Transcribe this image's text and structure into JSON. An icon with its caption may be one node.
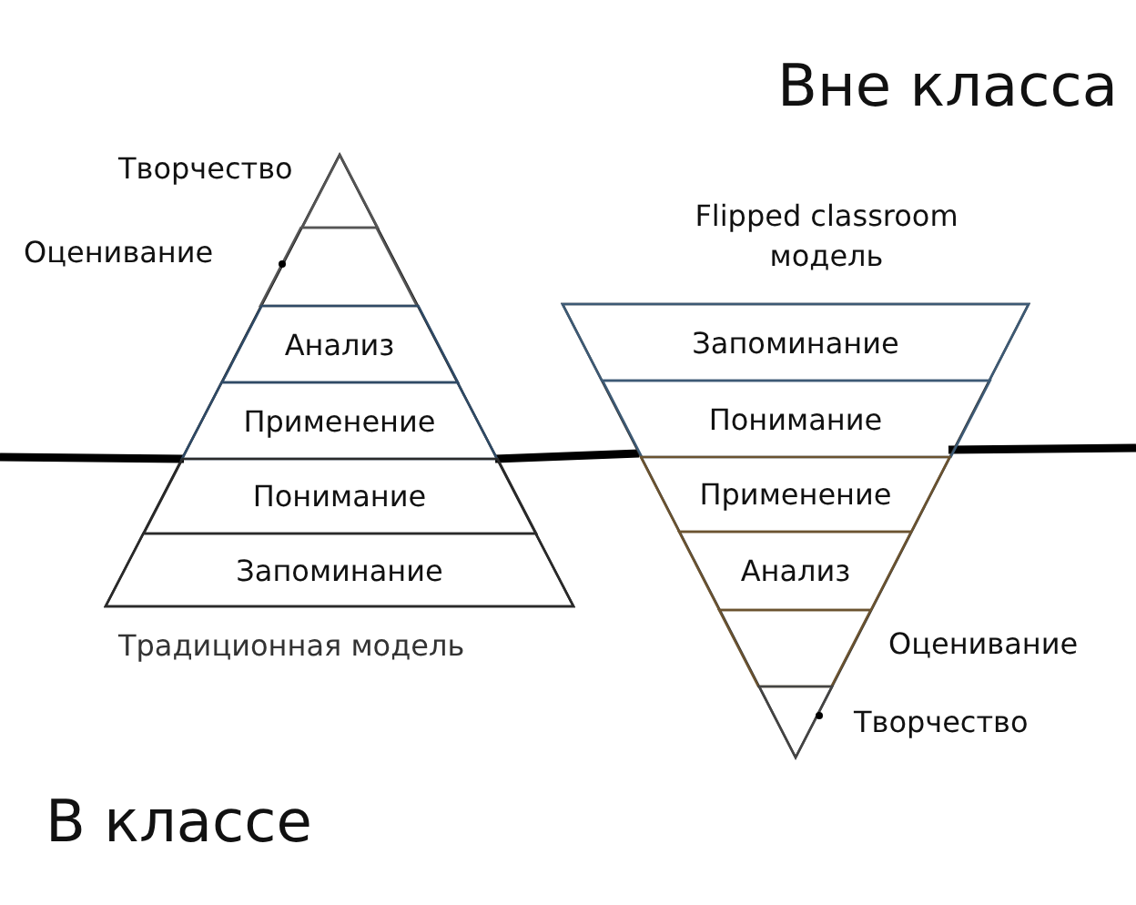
{
  "diagram": {
    "nodes": [
      {
        "text": [
          "Традиционная модель"
        ]
      },
      {
        "text": [],
        "shape": "triangle",
        "in": 0,
        "beside": [
          "Творчество"
        ]
      },
      {
        "text": [],
        "shape": "trapezoid",
        "in": 0,
        "beside": [
          "Оценивание"
        ]
      },
      {
        "text": [
          "Анализ"
        ],
        "in": 0
      },
      {
        "text": [
          "Применение"
        ],
        "in": 0
      },
      {
        "text": [
          "Понимание"
        ],
        "in": 0
      },
      {
        "text": [
          "Запоминание"
        ],
        "in": 0
      },
      {
        "text": [
          "Flipped classroom модель"
        ]
      },
      {
        "text": [
          "Запоминание"
        ],
        "in": 7
      },
      {
        "text": [
          "Понимание"
        ],
        "in": 7
      },
      {
        "text": [
          "Применение"
        ],
        "in": 7
      },
      {
        "text": [
          "Анализ"
        ],
        "in": 7
      },
      {
        "text": [],
        "shape": "trapezoid",
        "in": 7,
        "beside": [
          "Оценивание"
        ]
      },
      {
        "text": [],
        "shape": "triangle",
        "in": 7,
        "beside": [
          "Творчество"
        ]
      }
    ],
    "labels": [
      "Вне класса",
      "В классе"
    ]
  }
}
